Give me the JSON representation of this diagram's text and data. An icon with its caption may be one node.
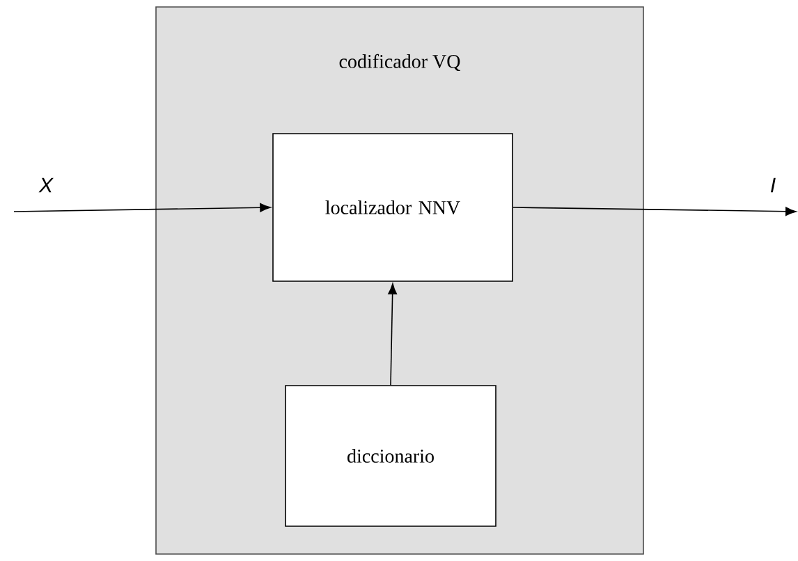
{
  "diagram": {
    "nodes": [
      {
        "text": [
          "codificador VQ"
        ]
      },
      {
        "text": [
          "localizador NNV"
        ],
        "in": 0
      },
      {
        "text": [
          "diccionario"
        ],
        "in": 0
      }
    ],
    "edges": [
      {
        "from": null,
        "to": 1,
        "arrow": "to",
        "label": "X"
      },
      {
        "from": 1,
        "to": null,
        "arrow": "to",
        "label": "I"
      },
      {
        "from": 2,
        "to": 1,
        "arrow": "to"
      }
    ]
  }
}
